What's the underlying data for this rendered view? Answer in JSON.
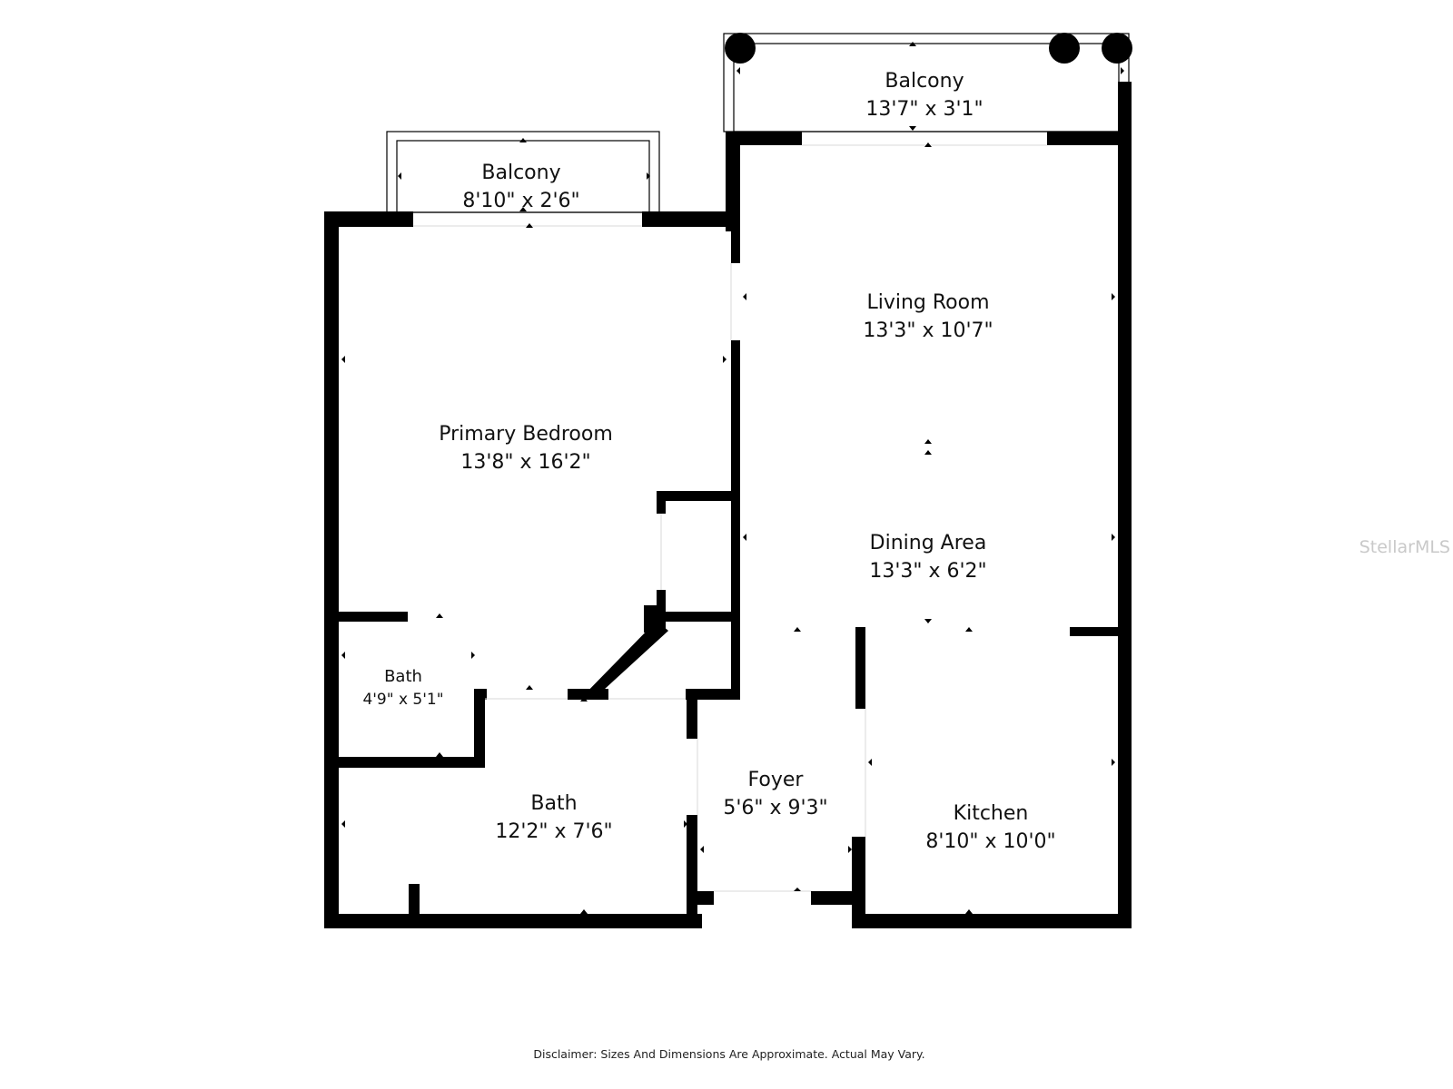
{
  "rooms": {
    "balcony_right": {
      "name": "Balcony",
      "dims": "13'7\" x 3'1\""
    },
    "balcony_left": {
      "name": "Balcony",
      "dims": "8'10\" x 2'6\""
    },
    "living_room": {
      "name": "Living Room",
      "dims": "13'3\" x 10'7\""
    },
    "primary_bedroom": {
      "name": "Primary Bedroom",
      "dims": "13'8\" x 16'2\""
    },
    "dining_area": {
      "name": "Dining Area",
      "dims": "13'3\" x 6'2\""
    },
    "half_bath": {
      "name": "Bath",
      "dims": "4'9\" x 5'1\""
    },
    "bath": {
      "name": "Bath",
      "dims": "12'2\" x 7'6\""
    },
    "foyer": {
      "name": "Foyer",
      "dims": "5'6\" x 9'3\""
    },
    "kitchen": {
      "name": "Kitchen",
      "dims": "8'10\" x 10'0\""
    }
  },
  "disclaimer": "Disclaimer: Sizes And Dimensions Are Approximate. Actual May Vary.",
  "watermark": "StellarMLS",
  "colors": {
    "wall": "#000000",
    "background": "#ffffff",
    "watermark": "#c9c9c9"
  }
}
